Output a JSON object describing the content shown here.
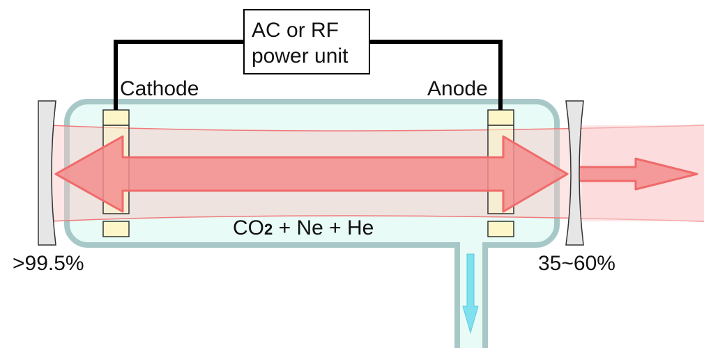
{
  "power_unit": {
    "line1": "AC or RF",
    "line2": "power unit"
  },
  "labels": {
    "cathode": "Cathode",
    "anode": "Anode",
    "rear_mirror_reflectivity": ">99.5%",
    "output_coupler_reflectivity": "35~60%"
  },
  "gas_mixture": {
    "prefix": "CO",
    "subscript": "2",
    "suffix": " + Ne + He"
  },
  "colors": {
    "tube_fill": "#e8fbf6",
    "tube_stroke": "#a8c8c8",
    "beam_fill": "#f5b8b8",
    "beam_edge": "#f07a7a",
    "arrow_fill": "#f38e8e",
    "arrow_stroke": "#f06a6a",
    "electrode_fill": "#fdf6c8",
    "mirror_fill": "#e6e6e6",
    "mirror_stroke": "#333333",
    "gas_flow_arrow": "#7fe0f0",
    "wire": "#000000"
  },
  "icons": {
    "laser_arrow": "double-headed-arrow",
    "output_arrow": "right-arrow",
    "gas_flow": "down-arrow"
  }
}
